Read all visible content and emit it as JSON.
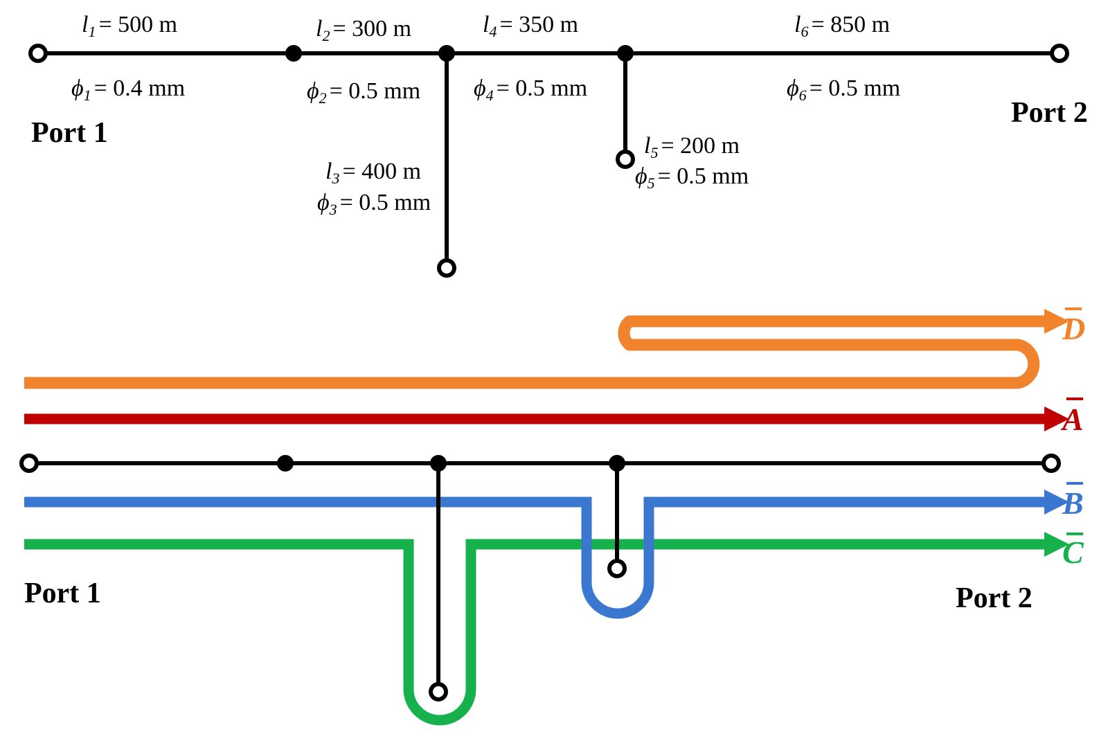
{
  "colors": {
    "wire": "#000000",
    "path_A": "#c00000",
    "path_B": "#3a78d0",
    "path_C": "#16b04c",
    "path_D": "#f0832c"
  },
  "top_network": {
    "port1_label": "Port 1",
    "port2_label": "Port 2",
    "segments": [
      {
        "len_var": "l",
        "len_sub": "1",
        "len_value": "= 500 m",
        "dia_var": "ϕ",
        "dia_sub": "1",
        "dia_value": "= 0.4 mm"
      },
      {
        "len_var": "l",
        "len_sub": "2",
        "len_value": "= 300 m",
        "dia_var": "ϕ",
        "dia_sub": "2",
        "dia_value": "= 0.5 mm"
      },
      {
        "len_var": "l",
        "len_sub": "3",
        "len_value": "= 400 m",
        "dia_var": "ϕ",
        "dia_sub": "3",
        "dia_value": "= 0.5 mm"
      },
      {
        "len_var": "l",
        "len_sub": "4",
        "len_value": "= 350 m",
        "dia_var": "ϕ",
        "dia_sub": "4",
        "dia_value": "= 0.5 mm"
      },
      {
        "len_var": "l",
        "len_sub": "5",
        "len_value": "= 200 m",
        "dia_var": "ϕ",
        "dia_sub": "5",
        "dia_value": "= 0.5 mm"
      },
      {
        "len_var": "l",
        "len_sub": "6",
        "len_value": "= 850 m",
        "dia_var": "ϕ",
        "dia_sub": "6",
        "dia_value": "= 0.5 mm"
      }
    ]
  },
  "bottom_network": {
    "port1_label": "Port 1",
    "port2_label": "Port 2",
    "paths": {
      "A": "A",
      "B": "B",
      "C": "C",
      "D": "D"
    }
  }
}
